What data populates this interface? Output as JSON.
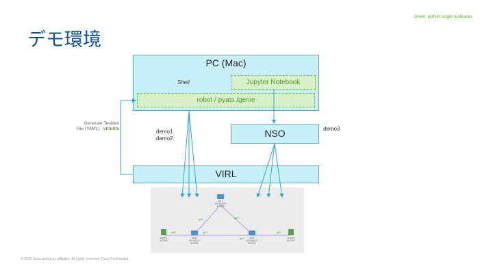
{
  "header": {
    "legend_note": "Green: python scripts & libraries",
    "title": "デモ環境"
  },
  "pc": {
    "label": "PC (Mac)",
    "shell_label": "Shell",
    "jupyter_label": "Jupyter Notebook",
    "robot_label": "robot / pyats /genie"
  },
  "nso": {
    "label": "NSO"
  },
  "virl": {
    "label": "VIRL"
  },
  "labels": {
    "demo1": "demo1",
    "demo2": "demo2",
    "demo3": "demo3",
    "generate_line1": "Generate Testbed",
    "generate_line2": "File (YAML) : ",
    "generate_tool": "virlutils"
  },
  "topology": {
    "nodes": [
      {
        "name": "xrv-1",
        "ip": "192.168.0.3",
        "status": "ACTIVE"
      },
      {
        "name": "iosv1",
        "ip": "192.168.0.1",
        "status": "ACTIVE"
      },
      {
        "name": "iosv2",
        "ip": "192.168.0.2",
        "status": "ACTIVE"
      },
      {
        "name": "server1",
        "status": "ACTIVE"
      },
      {
        "name": "server2",
        "status": "ACTIVE"
      }
    ],
    "link_tag": "gi0/1"
  },
  "footer": {
    "text": "© 2018 Cisco and/or its affiliates. All rights reserved.   Cisco Confidential"
  },
  "colors": {
    "box_fill": "#c9effa",
    "box_border": "#4aa7c5",
    "green": "#6dbb3a",
    "arrow": "#2aa8d1",
    "title": "#0d4f8b"
  }
}
